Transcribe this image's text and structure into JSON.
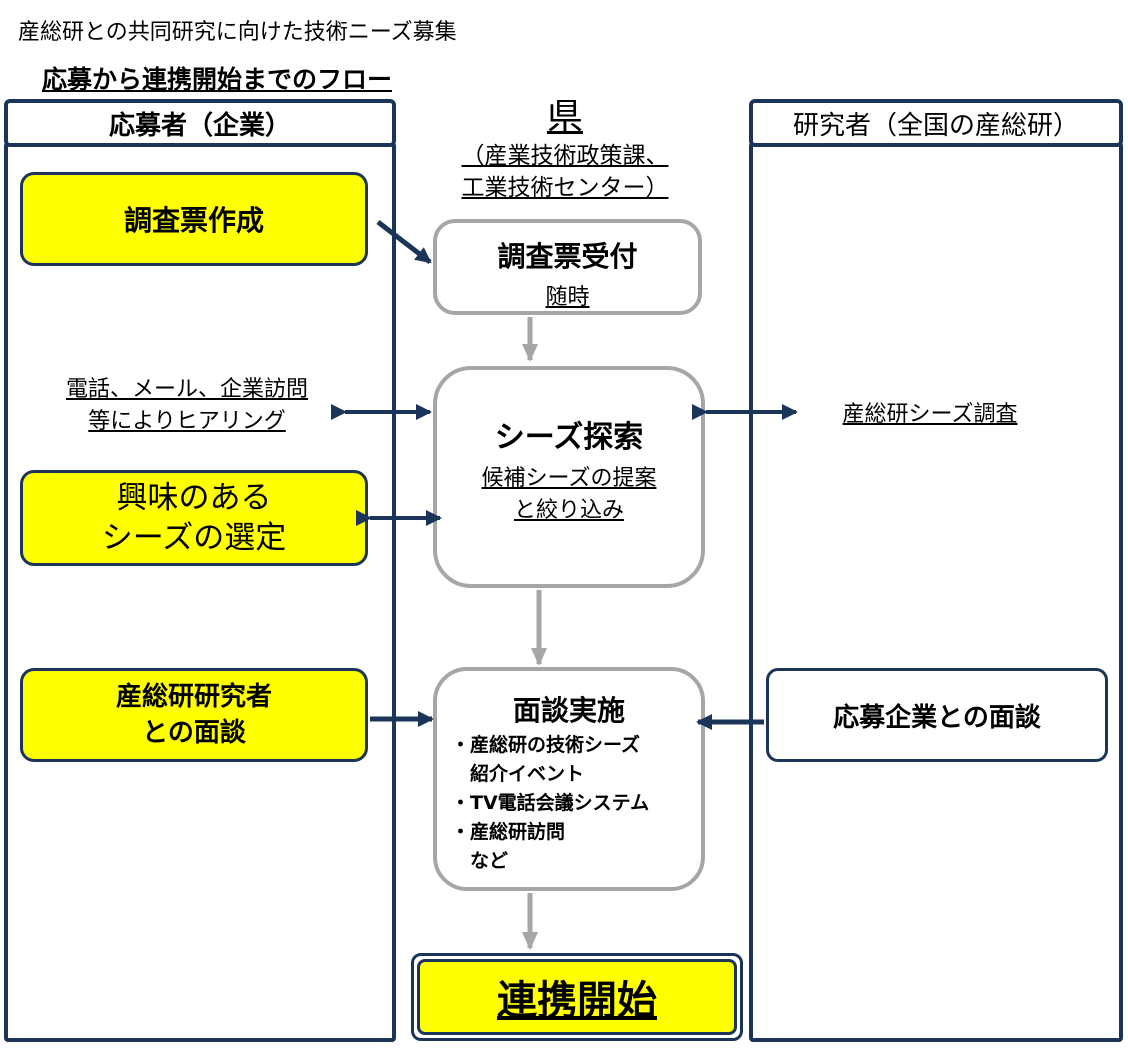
{
  "page_title": "産総研との共同研究に向けた技術ニーズ募集",
  "flow_title": "応募から連携開始までのフロー",
  "lanes": {
    "applicant": "応募者（企業）",
    "prefecture_title": "県",
    "prefecture_sub1": "（産業技術政策課、",
    "prefecture_sub2": "工業技術センター）",
    "researcher": "研究者（全国の産総研）"
  },
  "applicant_steps": {
    "survey": "調査票作成",
    "hearing": "電話、メール、企業訪問\n等によりヒアリング",
    "select_line1": "興味のある",
    "select_line2": "シーズの選定",
    "meeting": "産総研研究者\nとの面談"
  },
  "prefecture_steps": {
    "receive_title": "調査票受付",
    "receive_sub": "随時",
    "explore_title": "シーズ探索",
    "explore_sub1": "候補シーズの提案",
    "explore_sub2": "と絞り込み",
    "meeting_title": "面談実施",
    "meeting_items": [
      "・産総研の技術シーズ",
      "　紹介イベント",
      "・TV電話会議システム",
      "・産総研訪問",
      "　など"
    ],
    "start": "連携開始"
  },
  "researcher_steps": {
    "seed_survey": "産総研シーズ調査",
    "meeting": "応募企業との面談"
  },
  "colors": {
    "navy": "#1a3558",
    "yellow": "#ffff00",
    "gray": "#a6a6a6"
  }
}
